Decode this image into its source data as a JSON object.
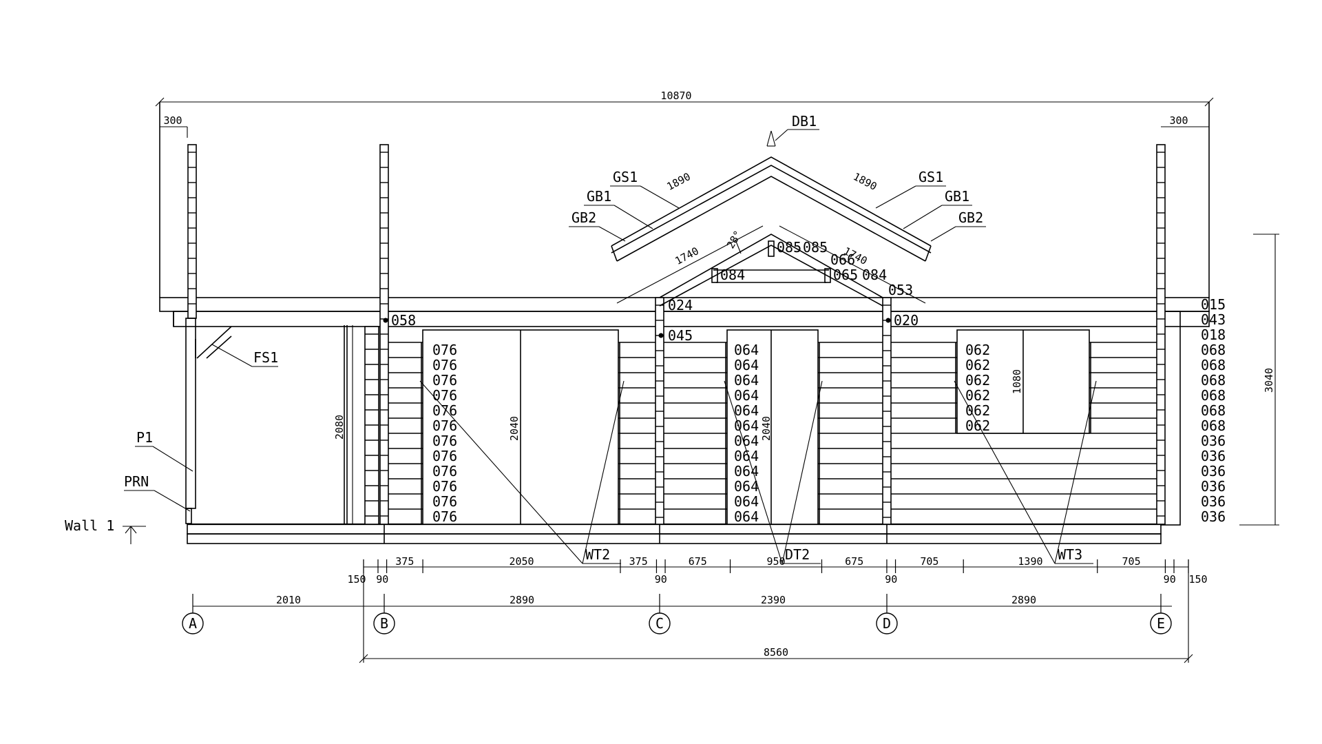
{
  "wall": {
    "label": "Wall 1"
  },
  "overall": {
    "roof_width": "10870",
    "overhang_left": "300",
    "overhang_right": "300",
    "height": "3040",
    "wall_length": "8560"
  },
  "gable": {
    "ridge_tag": "DB1",
    "left": [
      "GS1",
      "GB1",
      "GB2"
    ],
    "right": [
      "GS1",
      "GB1",
      "GB2"
    ],
    "slope_left": "1890",
    "slope_right": "1890",
    "inner_slope_left": "1740",
    "inner_slope_right": "1740",
    "angle": "28°"
  },
  "gable_logs": {
    "a": "085",
    "b": "085",
    "c": "066",
    "d": "084",
    "e": "065",
    "f": "084",
    "g": "053",
    "h": "024",
    "i": "020",
    "j": "045",
    "k": "058"
  },
  "parts": {
    "brace": "FS1",
    "post": "P1",
    "base": "PRN"
  },
  "openings": {
    "w1": {
      "tag": "WT2",
      "height": "2040",
      "logs": [
        "076",
        "076",
        "076",
        "076",
        "076",
        "076",
        "076",
        "076",
        "076",
        "076",
        "076",
        "076"
      ]
    },
    "w2": {
      "tag": "DT2",
      "height": "2040",
      "logs": [
        "064",
        "064",
        "064",
        "064",
        "064",
        "064",
        "064",
        "064",
        "064",
        "064",
        "064",
        "064"
      ]
    },
    "w3": {
      "tag": "WT3",
      "height": "1080",
      "logs": [
        "062",
        "062",
        "062",
        "062",
        "062",
        "062"
      ]
    }
  },
  "porch_height": "2080",
  "course_right": [
    "015",
    "043",
    "018",
    "068",
    "068",
    "068",
    "068",
    "068",
    "068",
    "036",
    "036",
    "036",
    "036",
    "036",
    "036"
  ],
  "segments": [
    "150",
    "90",
    "375",
    "2050",
    "375",
    "90",
    "675",
    "950",
    "675",
    "90",
    "705",
    "1390",
    "705",
    "90",
    "150"
  ],
  "grid": {
    "axes": [
      "A",
      "B",
      "C",
      "D",
      "E"
    ],
    "spans": [
      "2010",
      "2890",
      "2390",
      "2890"
    ]
  }
}
